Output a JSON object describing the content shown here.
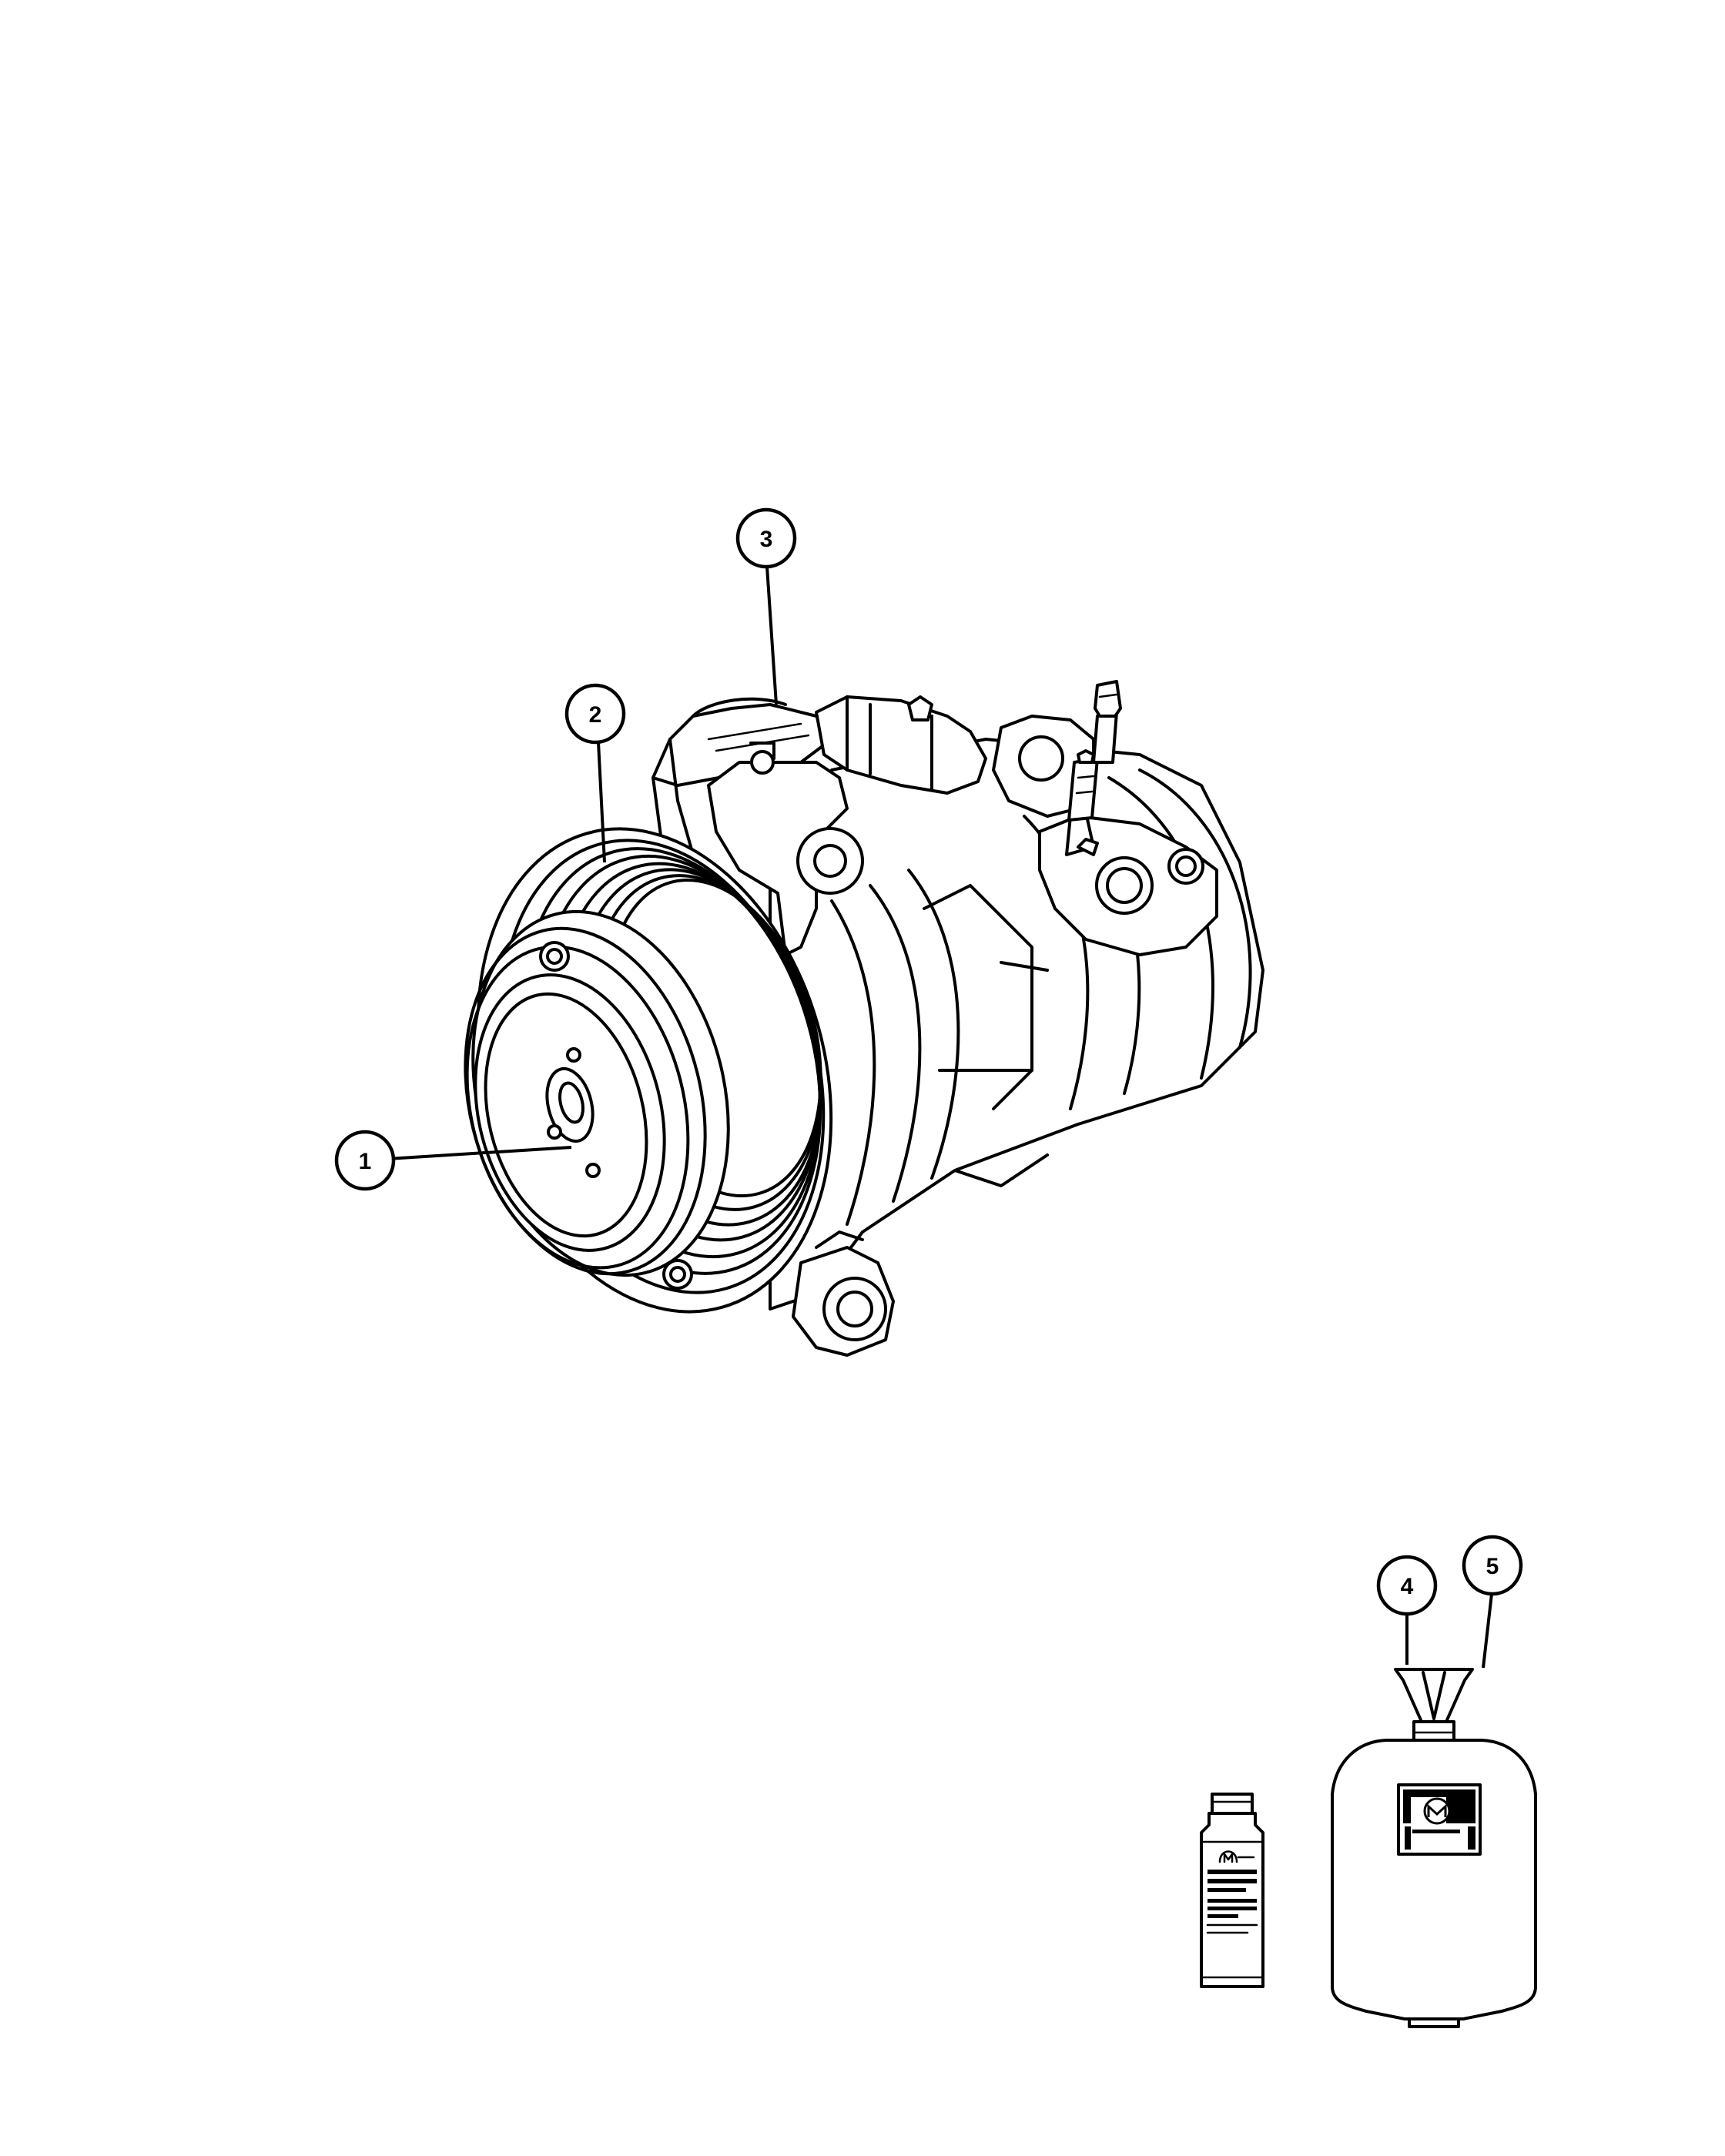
{
  "callouts": [
    {
      "id": "1",
      "label": "1"
    },
    {
      "id": "2",
      "label": "2"
    },
    {
      "id": "3",
      "label": "3"
    },
    {
      "id": "4",
      "label": "4"
    },
    {
      "id": "5",
      "label": "5"
    }
  ],
  "parts": [
    {
      "name": "compressor"
    },
    {
      "name": "oil-bottle"
    },
    {
      "name": "refrigerant-tank"
    }
  ]
}
